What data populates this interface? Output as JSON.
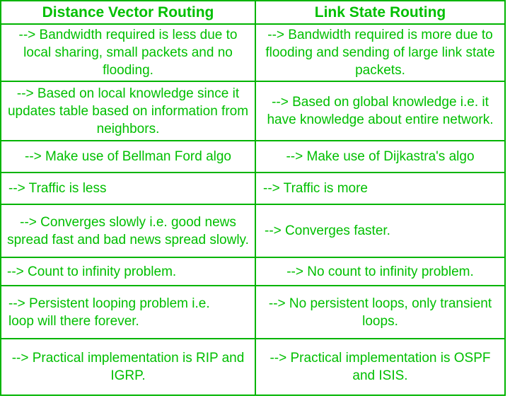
{
  "colors": {
    "text_green": "#00BF00",
    "border_green": "#00B400",
    "background": "#FFFFFF"
  },
  "table": {
    "headers": [
      {
        "label": "Distance Vector Routing"
      },
      {
        "label": "Link State Routing"
      }
    ],
    "rows": [
      {
        "left": "-->  Bandwidth required is less due to local sharing, small packets and no flooding.",
        "right": "--> Bandwidth required is more due to flooding and sending of large link state packets."
      },
      {
        "left": "--> Based on local knowledge since it updates table based on information from neighbors.",
        "right": "--> Based on global knowledge i.e. it have knowledge about entire network."
      },
      {
        "left": "--> Make use of Bellman Ford algo",
        "right": "--> Make use of Dijkastra's algo"
      },
      {
        "left": "--> Traffic is less",
        "right": "--> Traffic is more"
      },
      {
        "left": "--> Converges slowly i.e. good news spread fast and bad news spread slowly.",
        "right": "--> Converges faster."
      },
      {
        "left": "--> Count to infinity problem.",
        "right": "--> No count to infinity problem."
      },
      {
        "left": "--> Persistent looping problem i.e. loop will there forever.",
        "right": "--> No persistent loops, only transient loops."
      },
      {
        "left": "--> Practical implementation is RIP and IGRP.",
        "right": "--> Practical implementation is OSPF and ISIS."
      }
    ]
  }
}
